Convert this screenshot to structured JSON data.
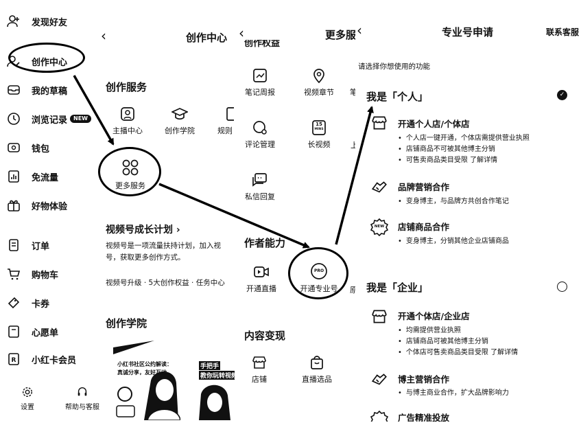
{
  "left_menu": {
    "items": [
      {
        "label": "发现好友",
        "icon": "add-user-icon"
      },
      {
        "label": "创作中心",
        "icon": "creator-icon"
      },
      {
        "label": "我的草稿",
        "icon": "draft-box-icon"
      },
      {
        "label": "浏览记录",
        "icon": "clock-icon",
        "badge": "NEW"
      },
      {
        "label": "钱包",
        "icon": "wallet-icon"
      },
      {
        "label": "免流量",
        "icon": "data-chart-icon"
      },
      {
        "label": "好物体验",
        "icon": "gift-icon"
      },
      {
        "label": "订单",
        "icon": "order-list-icon"
      },
      {
        "label": "购物车",
        "icon": "cart-icon"
      },
      {
        "label": "卡券",
        "icon": "coupon-icon"
      },
      {
        "label": "心愿单",
        "icon": "wishlist-icon"
      },
      {
        "label": "小红卡会员",
        "icon": "member-card-icon"
      }
    ],
    "bottom": [
      {
        "label": "设置",
        "icon": "gear-icon"
      },
      {
        "label": "帮助与客服",
        "icon": "headset-icon"
      }
    ]
  },
  "creator_center": {
    "title": "创作中心",
    "services_title": "创作服务",
    "services": [
      "主播中心",
      "创作学院",
      "规则"
    ],
    "more_label": "更多服务",
    "growth_title": "视频号成长计划",
    "growth_desc_1": "视频号是一项流量扶持计划，加入视",
    "growth_desc_2": "号，获取更多创作方式。",
    "growth_links": "视频号升级 · 5大创作权益 · 任务中心",
    "academy_title": "创作学院",
    "card1_text_1": "小红书社区公约解读：",
    "card1_text_2": "真诚分享，友好互动",
    "card2_text_1": "手把手",
    "card2_text_2": "教你玩转视频号"
  },
  "more_services": {
    "title": "更多服",
    "cut_header": "创作权益",
    "row1": [
      "笔记周报",
      "视频章节",
      "笔"
    ],
    "row2": [
      "评论管理",
      "长视频",
      "上"
    ],
    "row3": [
      "私信回复"
    ],
    "author_title": "作者能力",
    "author_items": [
      "开通直播",
      "开通专业号",
      "原"
    ],
    "monetize_title": "内容变现",
    "monetize_items": [
      "店铺",
      "直播选品"
    ],
    "icon_15_top": "15",
    "icon_15_bottom": "MINS"
  },
  "pro_apply": {
    "title": "专业号申请",
    "contact": "联系客服",
    "prompt": "请选择你想使用的功能",
    "personal_title": "我是「个人」",
    "personal_options": [
      {
        "title": "开通个人店/个体店",
        "icon": "shop-icon",
        "bullets": [
          "个人店一键开通，个体店需提供营业执照",
          "店铺商品不可被其他博主分销",
          "可售卖商品类目受限 了解详情"
        ]
      },
      {
        "title": "品牌营销合作",
        "icon": "handshake-icon",
        "bullets": [
          "变身博主，与品牌方共创合作笔记"
        ]
      },
      {
        "title": "店铺商品合作",
        "icon": "new-badge-icon",
        "icon_text": "NEW",
        "bullets": [
          "变身博主，分销其他企业店铺商品"
        ]
      }
    ],
    "enterprise_title": "我是「企业」",
    "enterprise_options": [
      {
        "title": "开通个体店/企业店",
        "icon": "shop-icon",
        "bullets": [
          "均需提供营业执照",
          "店铺商品可被其他博主分销",
          "个体店可售卖商品类目受限 了解详情"
        ]
      },
      {
        "title": "博主营销合作",
        "icon": "handshake-icon",
        "bullets": [
          "与博主商业合作，扩大品牌影响力"
        ]
      },
      {
        "title": "广告精准投放",
        "icon": "new-badge-icon"
      }
    ]
  },
  "pro_badge": "PRO",
  "colors": {
    "ink": "#111111",
    "bg": "#ffffff"
  }
}
